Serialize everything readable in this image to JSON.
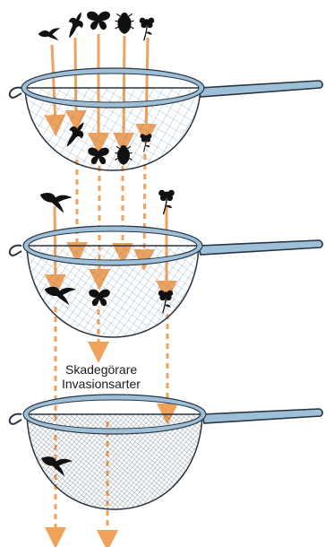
{
  "diagram": {
    "labels": [
      "Skadegörare",
      "Invasionsarter"
    ],
    "colors": {
      "arrow": "#f0a15a",
      "rim": "#9dbfd8",
      "rim_outline": "#2a3440",
      "mesh": "#6f8fa8",
      "mesh_dense": "#3e5466",
      "silhouette": "#111111"
    },
    "sieves": [
      {
        "stage": 1,
        "mesh": "coarse"
      },
      {
        "stage": 2,
        "mesh": "medium"
      },
      {
        "stage": 3,
        "mesh": "fine"
      }
    ],
    "organisms": [
      "bird-icon",
      "bat-icon",
      "butterfly-icon",
      "beetle-icon",
      "flower-icon"
    ]
  }
}
